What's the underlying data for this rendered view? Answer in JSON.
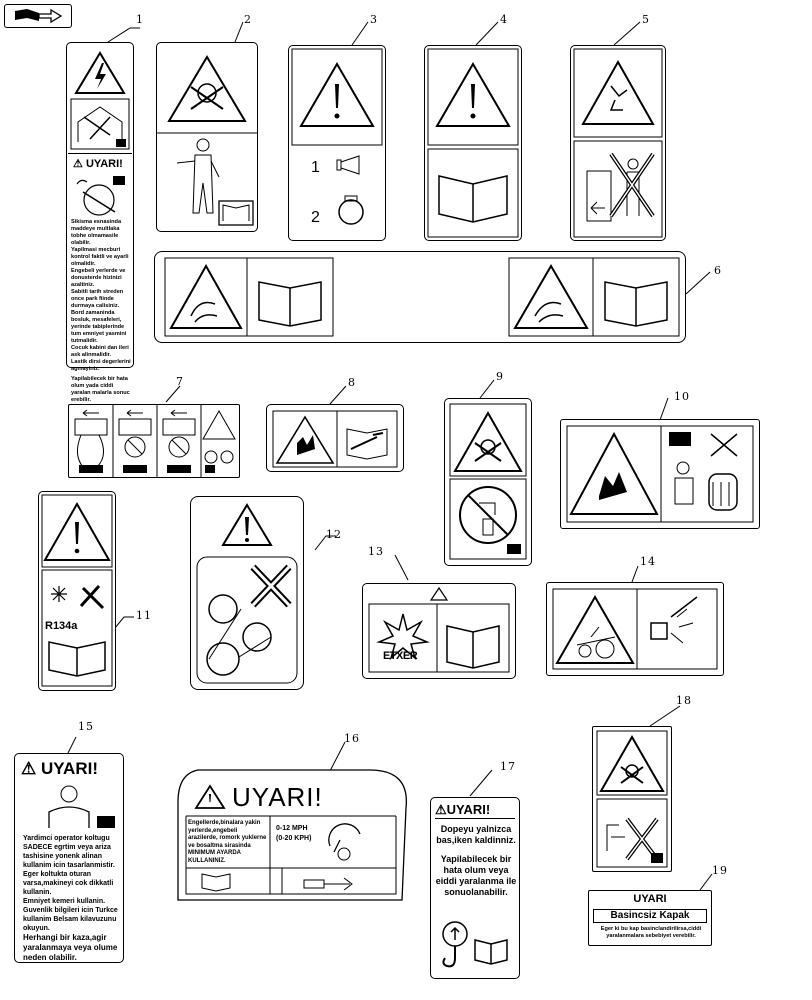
{
  "callouts": [
    "1",
    "2",
    "3",
    "4",
    "5",
    "6",
    "7",
    "8",
    "9",
    "10",
    "11",
    "12",
    "13",
    "14",
    "15",
    "16",
    "17",
    "18",
    "19"
  ],
  "decal1": {
    "header": "UYARI!",
    "bullets": [
      "Sikisma esnasinda maddeye multlaka tobhe olmamasile olabilir.",
      "Yapilmasi mecburi kontrol faktli ve ayarli olmalidir.",
      "Engebeli yerlerde ve donusterde hizinizi azaltiniz.",
      "Sabitli tarih streden once park fiinde durmaya calisiniz.",
      "Bord zamaninda bosluk, mesafeleri, yerinde tabiplerinde tum emniyet yasmini tutmalidir.",
      "Cocuk kabini dan ileri ask alinmalidir.",
      "Lastik dirsi degerlerini agmayiniz."
    ],
    "footer": "Yapilabilecek bir hata olum yada ciddi yaralan malarla sonuc erebilir."
  },
  "decal11": {
    "refrigerant": "R134a"
  },
  "decal13": {
    "label": "ETXER"
  },
  "decal15": {
    "header": "UYARI!",
    "title": "Yardimci operator koltugu",
    "bullets": [
      "SADECE egrtim veya ariza tashisine yonenk alinan kullanim icin tasarlanmistir.",
      "Eger koltukta oturan varsa,makineyi cok dikkatli kullanin.",
      "Emniyet kemeri kullanin.",
      "Guvenlik bilgileri icin Turkce kullanim Belsam kilavuzunu okuyun."
    ],
    "footer": "Herhangi bir kaza,agir yaralanmaya veya olume neden olabilir."
  },
  "decal16": {
    "header": "UYARI!",
    "text": "Engellerde,binalara yakin yerlerde,engebeli arazilerde, romork yuklerne ve bosaltma sirasinda MINIMUM AYARDA KULLANINIZ.",
    "speed1": "0-12 MPH",
    "speed2": "(0-20 KPH)"
  },
  "decal17": {
    "header": "UYARI!",
    "line1": "Dopeyu yalnizca bas,iken kaldinniz.",
    "line2": "Yapilabilecek bir hata olum veya eiddi yaralanma ile sonuolanabilir."
  },
  "decal19": {
    "header": "UYARI",
    "title": "Basincsiz Kapak",
    "text": "Eger ki bu kap basinclandirilirsa,ciddi yaralanmalara sebebiyet verebilir."
  }
}
